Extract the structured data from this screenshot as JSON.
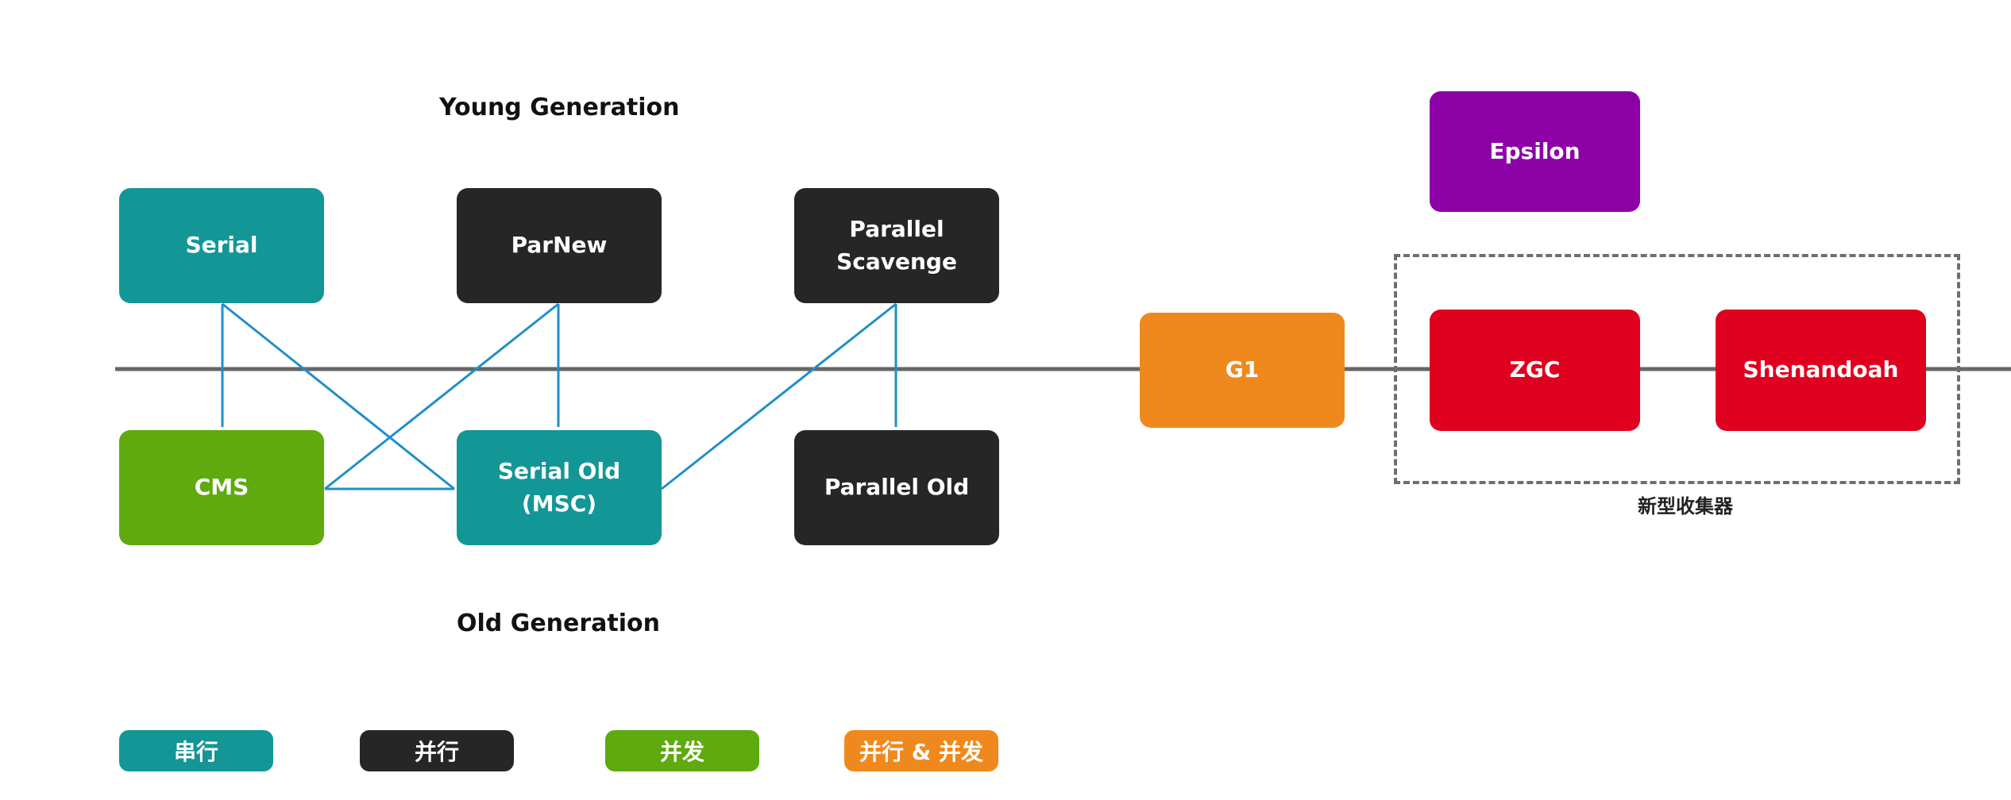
{
  "headings": {
    "young": "Young Generation",
    "old": "Old Generation"
  },
  "collectors": {
    "serial": "Serial",
    "parnew": "ParNew",
    "parallel_scavenge": "Parallel Scavenge",
    "cms": "CMS",
    "serial_old": "Serial Old\n(MSC)",
    "parallel_old": "Parallel Old",
    "g1": "G1",
    "epsilon": "Epsilon",
    "zgc": "ZGC",
    "shenandoah": "Shenandoah"
  },
  "new_collectors_caption": "新型收集器",
  "legend": {
    "serial": "串行",
    "parallel": "并行",
    "concurrent": "并发",
    "parallel_concurrent": "并行 & 并发"
  },
  "colors": {
    "serial": "#139696",
    "parallel": "#262626",
    "concurrent": "#5eaa0f",
    "parallel_concurrent": "#ef891e",
    "epsilon": "#8d00a6",
    "new_collectors": "#e0001f",
    "connector": "#1f8fc9",
    "divider": "#666666"
  },
  "connections": [
    [
      "serial",
      "cms"
    ],
    [
      "serial",
      "serial_old"
    ],
    [
      "parnew",
      "cms"
    ],
    [
      "parnew",
      "serial_old"
    ],
    [
      "parallel_scavenge",
      "serial_old"
    ],
    [
      "parallel_scavenge",
      "parallel_old"
    ]
  ]
}
